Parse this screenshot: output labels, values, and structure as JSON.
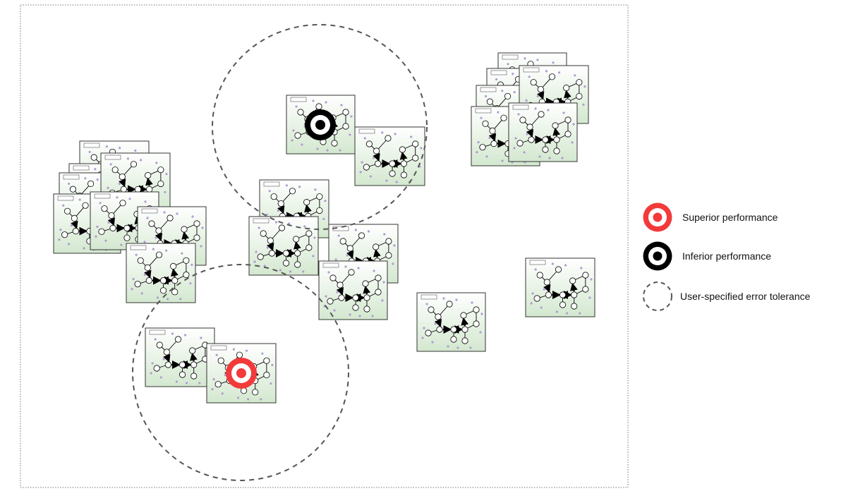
{
  "legend": {
    "superior_label": "Superior performance",
    "inferior_label": "Inferior performance",
    "tolerance_label": "User-specified error tolerance"
  },
  "markers": {
    "superior": {
      "icon": "red-target-icon",
      "color": "#f23a3a"
    },
    "inferior": {
      "icon": "black-target-icon",
      "color": "#000000"
    },
    "tolerance": {
      "icon": "dashed-circle-icon",
      "color": "#555555"
    }
  },
  "card_style": {
    "fill_top": "#ffffff",
    "fill_bottom": "#d3e8cf",
    "border": "#333333",
    "leaf_color": "#b39bd1"
  }
}
